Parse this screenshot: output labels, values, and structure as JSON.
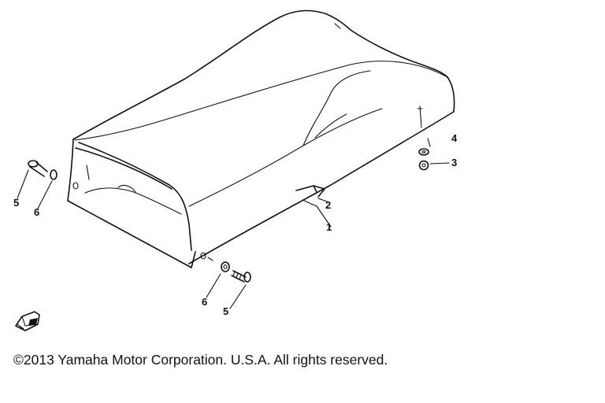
{
  "callouts": {
    "c1": "1",
    "c2": "2",
    "c3": "3",
    "c4": "4",
    "c5a": "5",
    "c5b": "5",
    "c6a": "6",
    "c6b": "6"
  },
  "copyright": "©2013 Yamaha Motor Corporation. U.S.A. All rights reserved.",
  "icon": "pointing-hand-icon"
}
